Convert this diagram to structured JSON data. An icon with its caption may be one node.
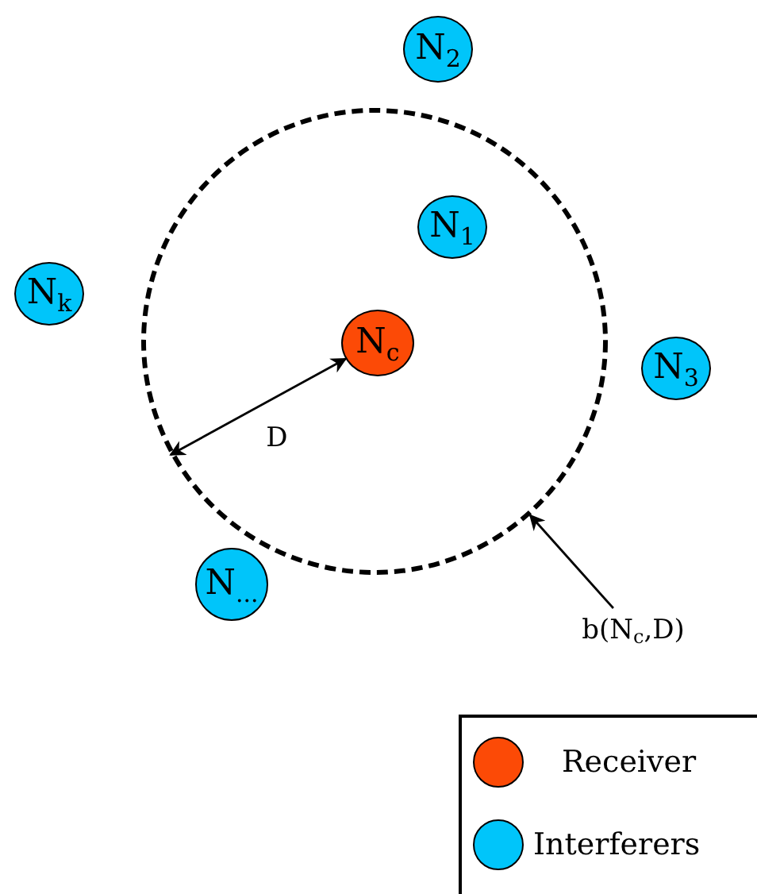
{
  "diagram": {
    "nodes": [
      {
        "text": [
          "N$_{2}$"
        ]
      },
      {
        "text": [],
        "shape": "circle"
      },
      {
        "text": [
          "N$_{1}$"
        ],
        "in": 1
      },
      {
        "text": [
          "N$_{k}$"
        ]
      },
      {
        "text": [
          "N$_{c}$"
        ],
        "in": 1
      },
      {
        "text": [
          "N$_{3}$"
        ]
      },
      {
        "text": [
          "N$_{...}$"
        ]
      },
      {
        "text": [
          "b(N$_{c}$,D)"
        ]
      }
    ],
    "edges": [
      {
        "from": 1,
        "to": 4,
        "arrow": "both",
        "label": "D"
      },
      {
        "from": 7,
        "to": 1,
        "arrow": "to"
      }
    ],
    "legend": [
      {
        "text": "Receiver",
        "color": "#fc4a06"
      },
      {
        "text": "Interferers",
        "color": "#00c5fa"
      }
    ]
  }
}
